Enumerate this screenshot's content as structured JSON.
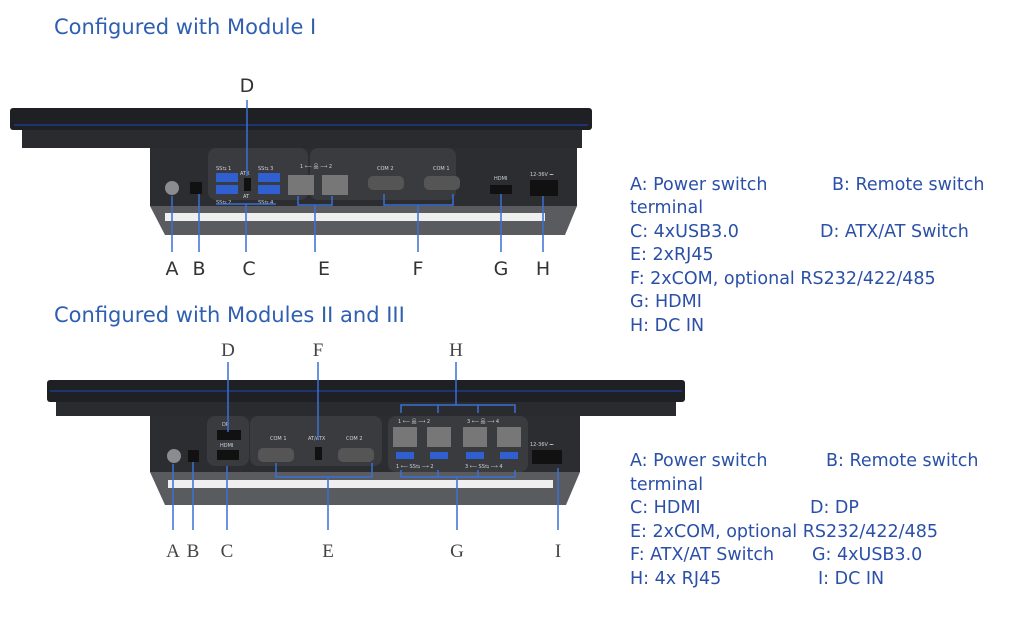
{
  "module1": {
    "title": "Configured with Module I",
    "callouts": [
      "A",
      "B",
      "C",
      "D",
      "E",
      "F",
      "G",
      "H"
    ],
    "ports": {
      "usb1": "SS⇆ 1",
      "usb2": "SS⇆ 2",
      "usb3": "SS⇆ 3",
      "usb4": "SS⇆ 4",
      "atx": "ATX",
      "at": "AT",
      "lan": "1 ⟵ 品 ⟶ 2",
      "com2": "COM 2",
      "com1": "COM 1",
      "hdmi": "HDMI",
      "dc": "12-36V ⎓"
    },
    "legend": [
      "A: Power switch",
      "B: Remote switch",
      "terminal",
      "C: 4xUSB3.0",
      "D:  ATX/AT Switch",
      "E: 2xRJ45",
      "F: 2xCOM, optional RS232/422/485",
      "G: HDMI",
      "H: DC IN"
    ]
  },
  "module2": {
    "title": "Configured with Modules II and III",
    "callouts": [
      "A",
      "B",
      "C",
      "D",
      "E",
      "F",
      "G",
      "H",
      "I"
    ],
    "ports": {
      "dp": "DP",
      "hdmi": "HDMI",
      "com1": "COM 1",
      "atat": "AT/ATX",
      "com2": "COM 2",
      "lan12": "1 ⟵ 品 ⟶ 2",
      "lan34": "3 ⟵ 品 ⟶ 4",
      "usb12": "1 ⟵ SS⇆ ⟶ 2",
      "usb34": "3 ⟵ SS⇆ ⟶ 4",
      "dc": "12-36V ⎓"
    },
    "legend": [
      "A: Power switch",
      "B: Remote switch",
      "terminal",
      "C: HDMI",
      "D: DP",
      "E: 2xCOM, optional RS232/422/485",
      "F: ATX/AT Switch",
      "G: 4xUSB3.0",
      "H: 4x RJ45",
      "I:  DC IN"
    ]
  },
  "colors": {
    "accent": "#2f5fb0",
    "leader": "#3a6fd4",
    "device": "#2a2b2e"
  }
}
